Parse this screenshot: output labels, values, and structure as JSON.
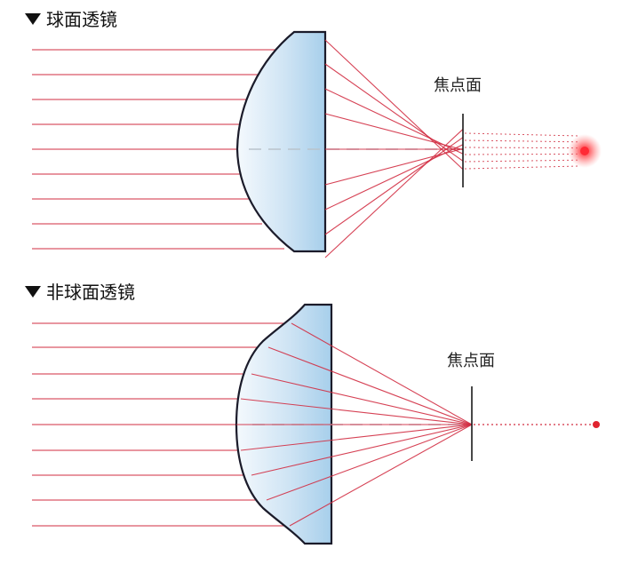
{
  "panels": {
    "spherical": {
      "title": "球面透镜",
      "focal_label": "焦点面"
    },
    "aspherical": {
      "title": "非球面透镜",
      "focal_label": "焦点面"
    }
  },
  "colors": {
    "ray": "#d22e42",
    "lens_fill_light": "#f2f8fd",
    "lens_fill_dark": "#a9d0ec",
    "lens_stroke": "#1b1b2a",
    "spot": "#ff2a35"
  }
}
